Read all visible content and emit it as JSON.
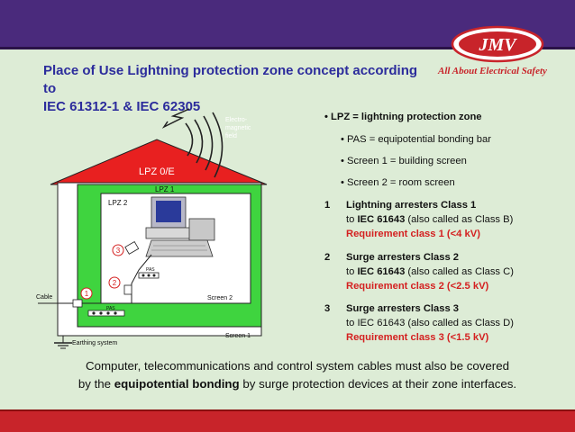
{
  "brand": {
    "logo_text": "JMV",
    "tagline": "All About Electrical Safety",
    "primary_color": "#4a2a7c",
    "accent_color": "#c8242a"
  },
  "title": {
    "line1": "Place of Use Lightning protection zone concept according to",
    "line2": "IEC 61312-1 & IEC 62305"
  },
  "diagram": {
    "field_label_1": "Electro-",
    "field_label_2": "magnetic",
    "field_label_3": "field",
    "lpz0": "LPZ 0/E",
    "lpz1": "LPZ 1",
    "lpz2": "LPZ 2",
    "pas1": "PAS",
    "pas2": "PAS",
    "cable": "Cable",
    "earthing": "Earthing system",
    "screen1": "Screen 1",
    "screen2": "Screen 2",
    "marker1": "1",
    "marker2": "2",
    "marker3": "3"
  },
  "bullets": {
    "lpz": "• LPZ = lightning protection zone",
    "pas": "• PAS = equipotential bonding bar",
    "screen1": "• Screen 1 = building screen",
    "screen2": "• Screen 2 = room screen"
  },
  "classes": [
    {
      "num": "1",
      "title": "Lightning arresters Class 1",
      "to": "to ",
      "std": "IEC 61643",
      "rest": " (also called as Class B)",
      "req": "Requirement class 1 (<4 kV)"
    },
    {
      "num": "2",
      "title": "Surge arresters Class 2",
      "to": "to ",
      "std": "IEC 61643",
      "rest": " (also called as Class C)",
      "req": "Requirement class 2 (<2.5 kV)"
    },
    {
      "num": "3",
      "title": "Surge arresters Class 3",
      "to": "to ",
      "std": "IEC 61643",
      "rest": " (also called as Class D)",
      "req": "Requirement class 3 (<1.5 kV)"
    }
  ],
  "footer": {
    "line1": "Computer, telecommunications and control system cables must also be covered",
    "pre": "by the ",
    "bold": "equipotential bonding",
    "post": " by surge protection devices at their zone interfaces."
  }
}
